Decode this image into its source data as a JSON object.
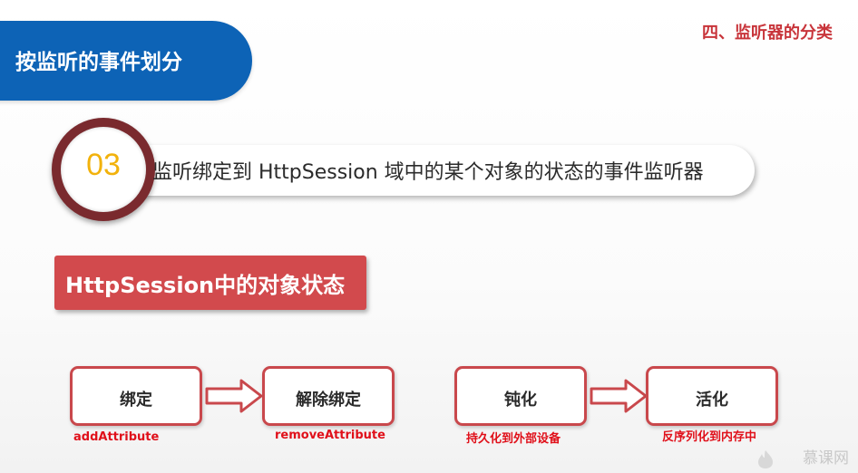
{
  "slide": {
    "title": "按监听的事件划分",
    "section": "四、监听器的分类",
    "banner": {
      "number": "03",
      "text": "监听绑定到 HttpSession 域中的某个对象的状态的事件监听器"
    },
    "heading": "HttpSession中的对象状态",
    "states": [
      {
        "label": "绑定",
        "method": "addAttribute"
      },
      {
        "label": "解除绑定",
        "method": "removeAttribute"
      },
      {
        "label": "钝化",
        "method": "持久化到外部设备"
      },
      {
        "label": "活化",
        "method": "反序列化到内存中"
      }
    ],
    "watermark": "慕课网"
  },
  "colors": {
    "title_bg": "#0d63b6",
    "accent_red": "#c8343a",
    "number": "#f2b20c",
    "method_text": "#e0101a"
  }
}
